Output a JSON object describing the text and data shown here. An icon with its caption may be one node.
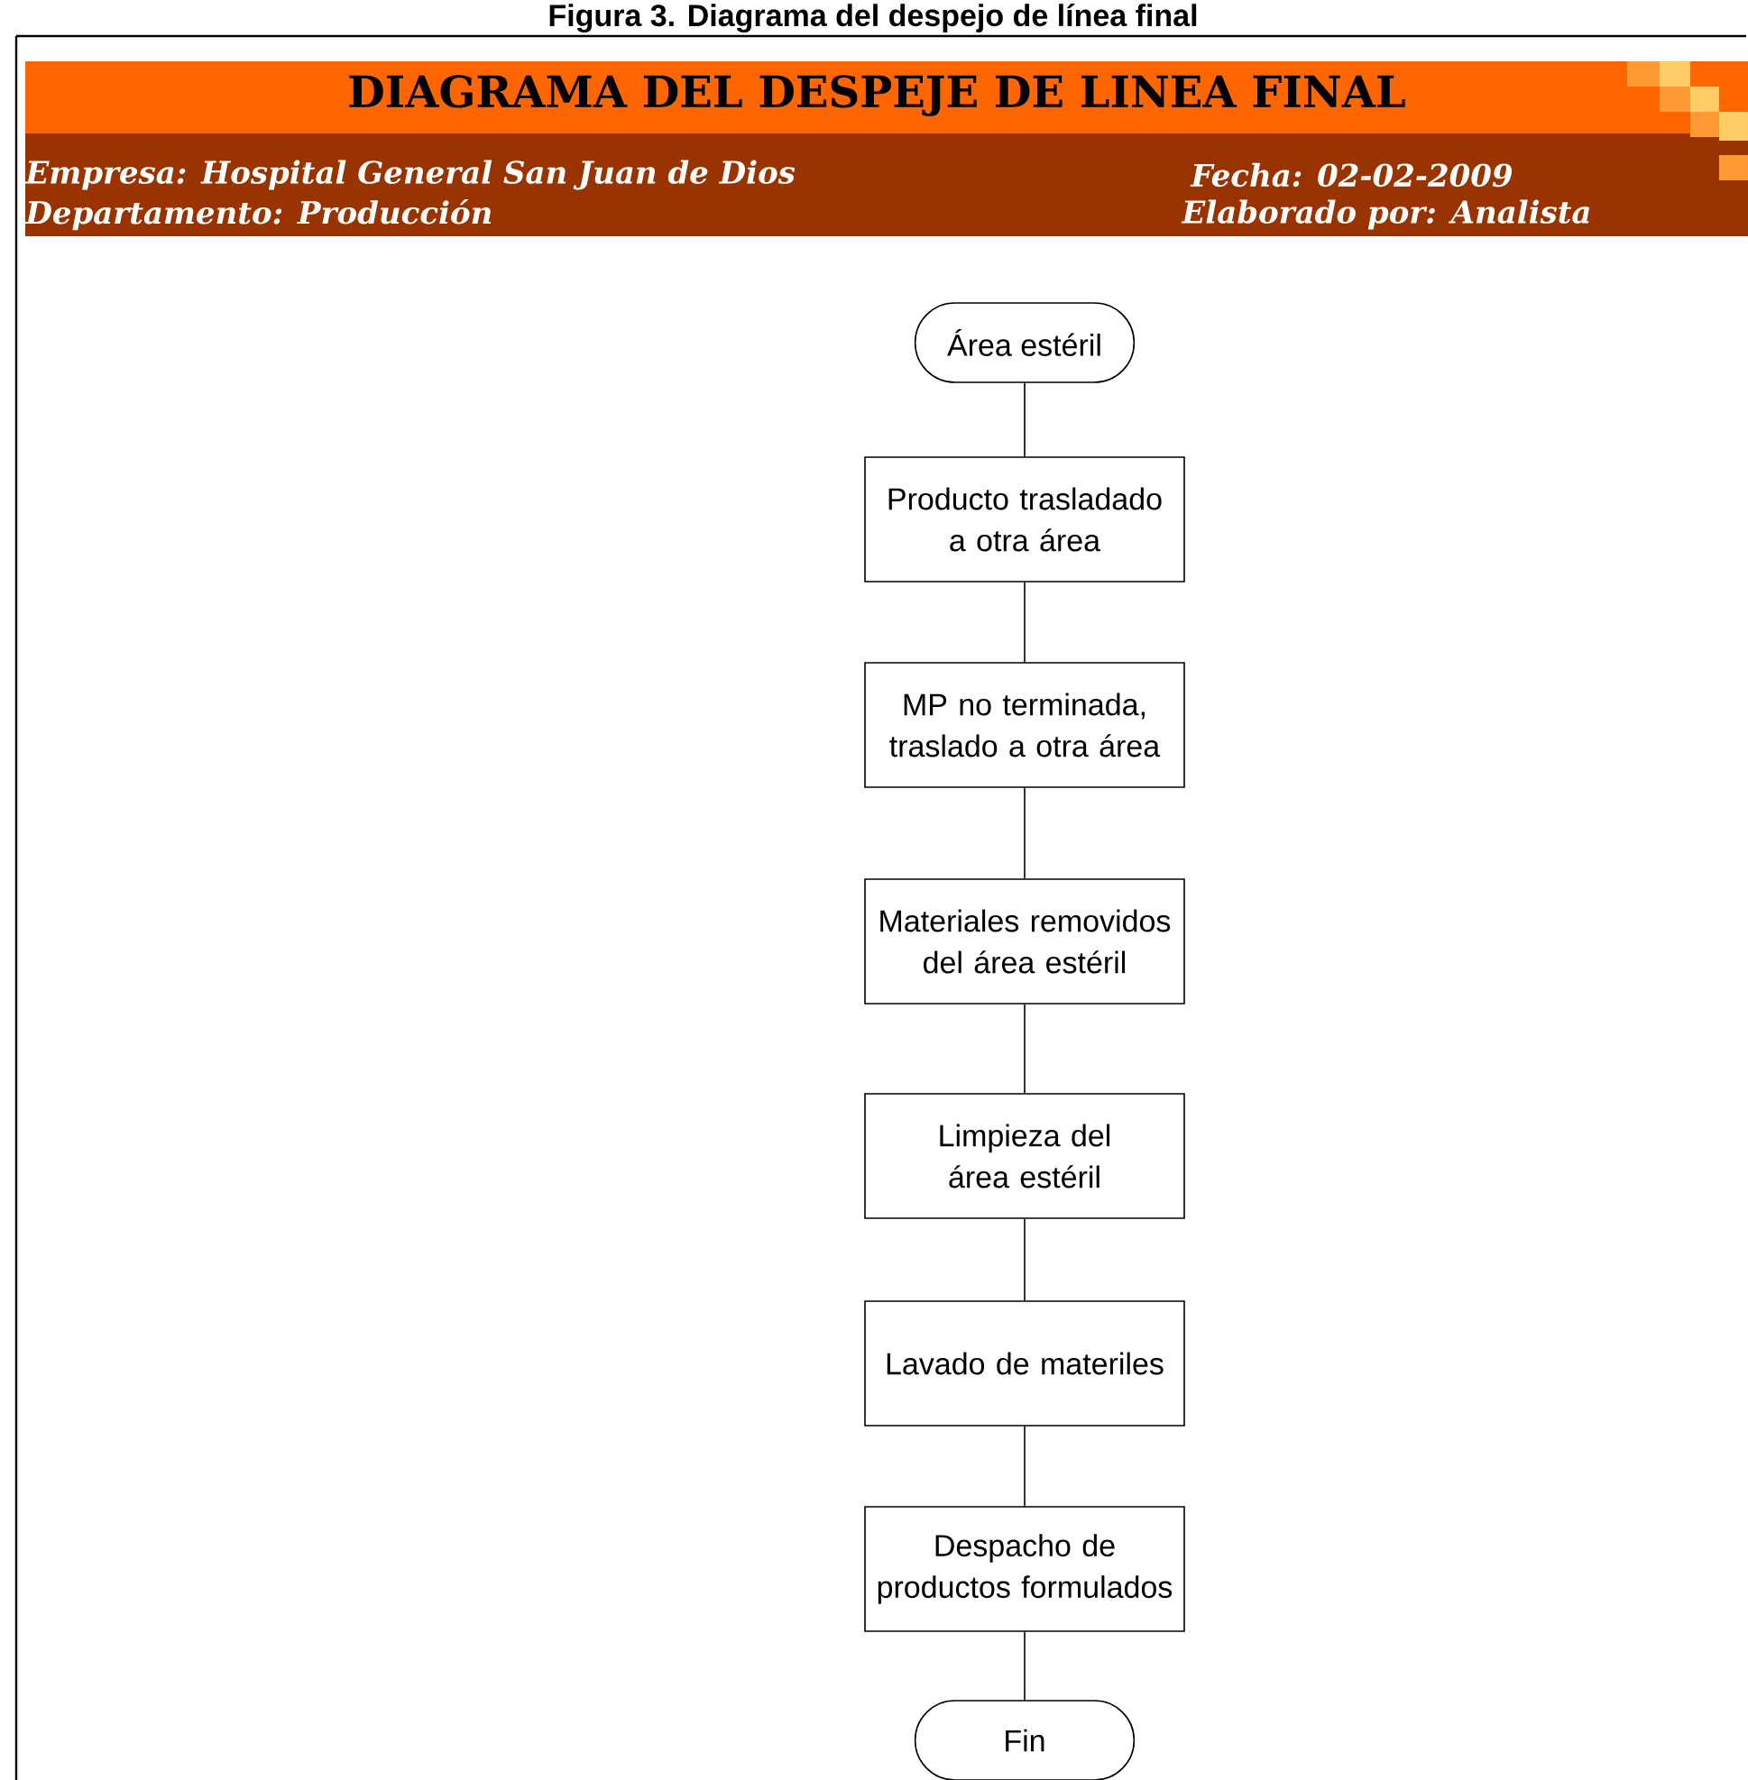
{
  "diagram": {
    "title": "DIAGRAMA DEL DESPEJE DE LINEA FINAL",
    "caption": "Figura 3. Diagrama del despejo de línea final",
    "nodes": [
      {
        "text": [
          "Área estéril"
        ]
      },
      {
        "text": [
          "Producto trasladado a otra área"
        ]
      },
      {
        "text": [
          "MP no terminada, traslado a otra área"
        ]
      },
      {
        "text": [
          "Materiales removidos del área estéril"
        ]
      },
      {
        "text": [
          "Limpieza del área estéril"
        ]
      },
      {
        "text": [
          "Lavado de materiles"
        ]
      },
      {
        "text": [
          "Despacho de productos formulados"
        ]
      },
      {
        "text": [
          "Fin"
        ]
      }
    ],
    "edges": [
      {
        "from": 0,
        "to": 1,
        "arrow": "none"
      },
      {
        "from": 1,
        "to": 2,
        "arrow": "none"
      },
      {
        "from": 2,
        "to": 3,
        "arrow": "none"
      },
      {
        "from": 3,
        "to": 4,
        "arrow": "none"
      },
      {
        "from": 4,
        "to": 5,
        "arrow": "none"
      },
      {
        "from": 5,
        "to": 6,
        "arrow": "none"
      },
      {
        "from": 6,
        "to": 7,
        "arrow": "none"
      }
    ],
    "labels": [
      "Empresa: Hospital General San Juan de Dios",
      "Fecha: 02-02-2009",
      "Departamento: Producción",
      "Elaborado por: Analista"
    ]
  }
}
